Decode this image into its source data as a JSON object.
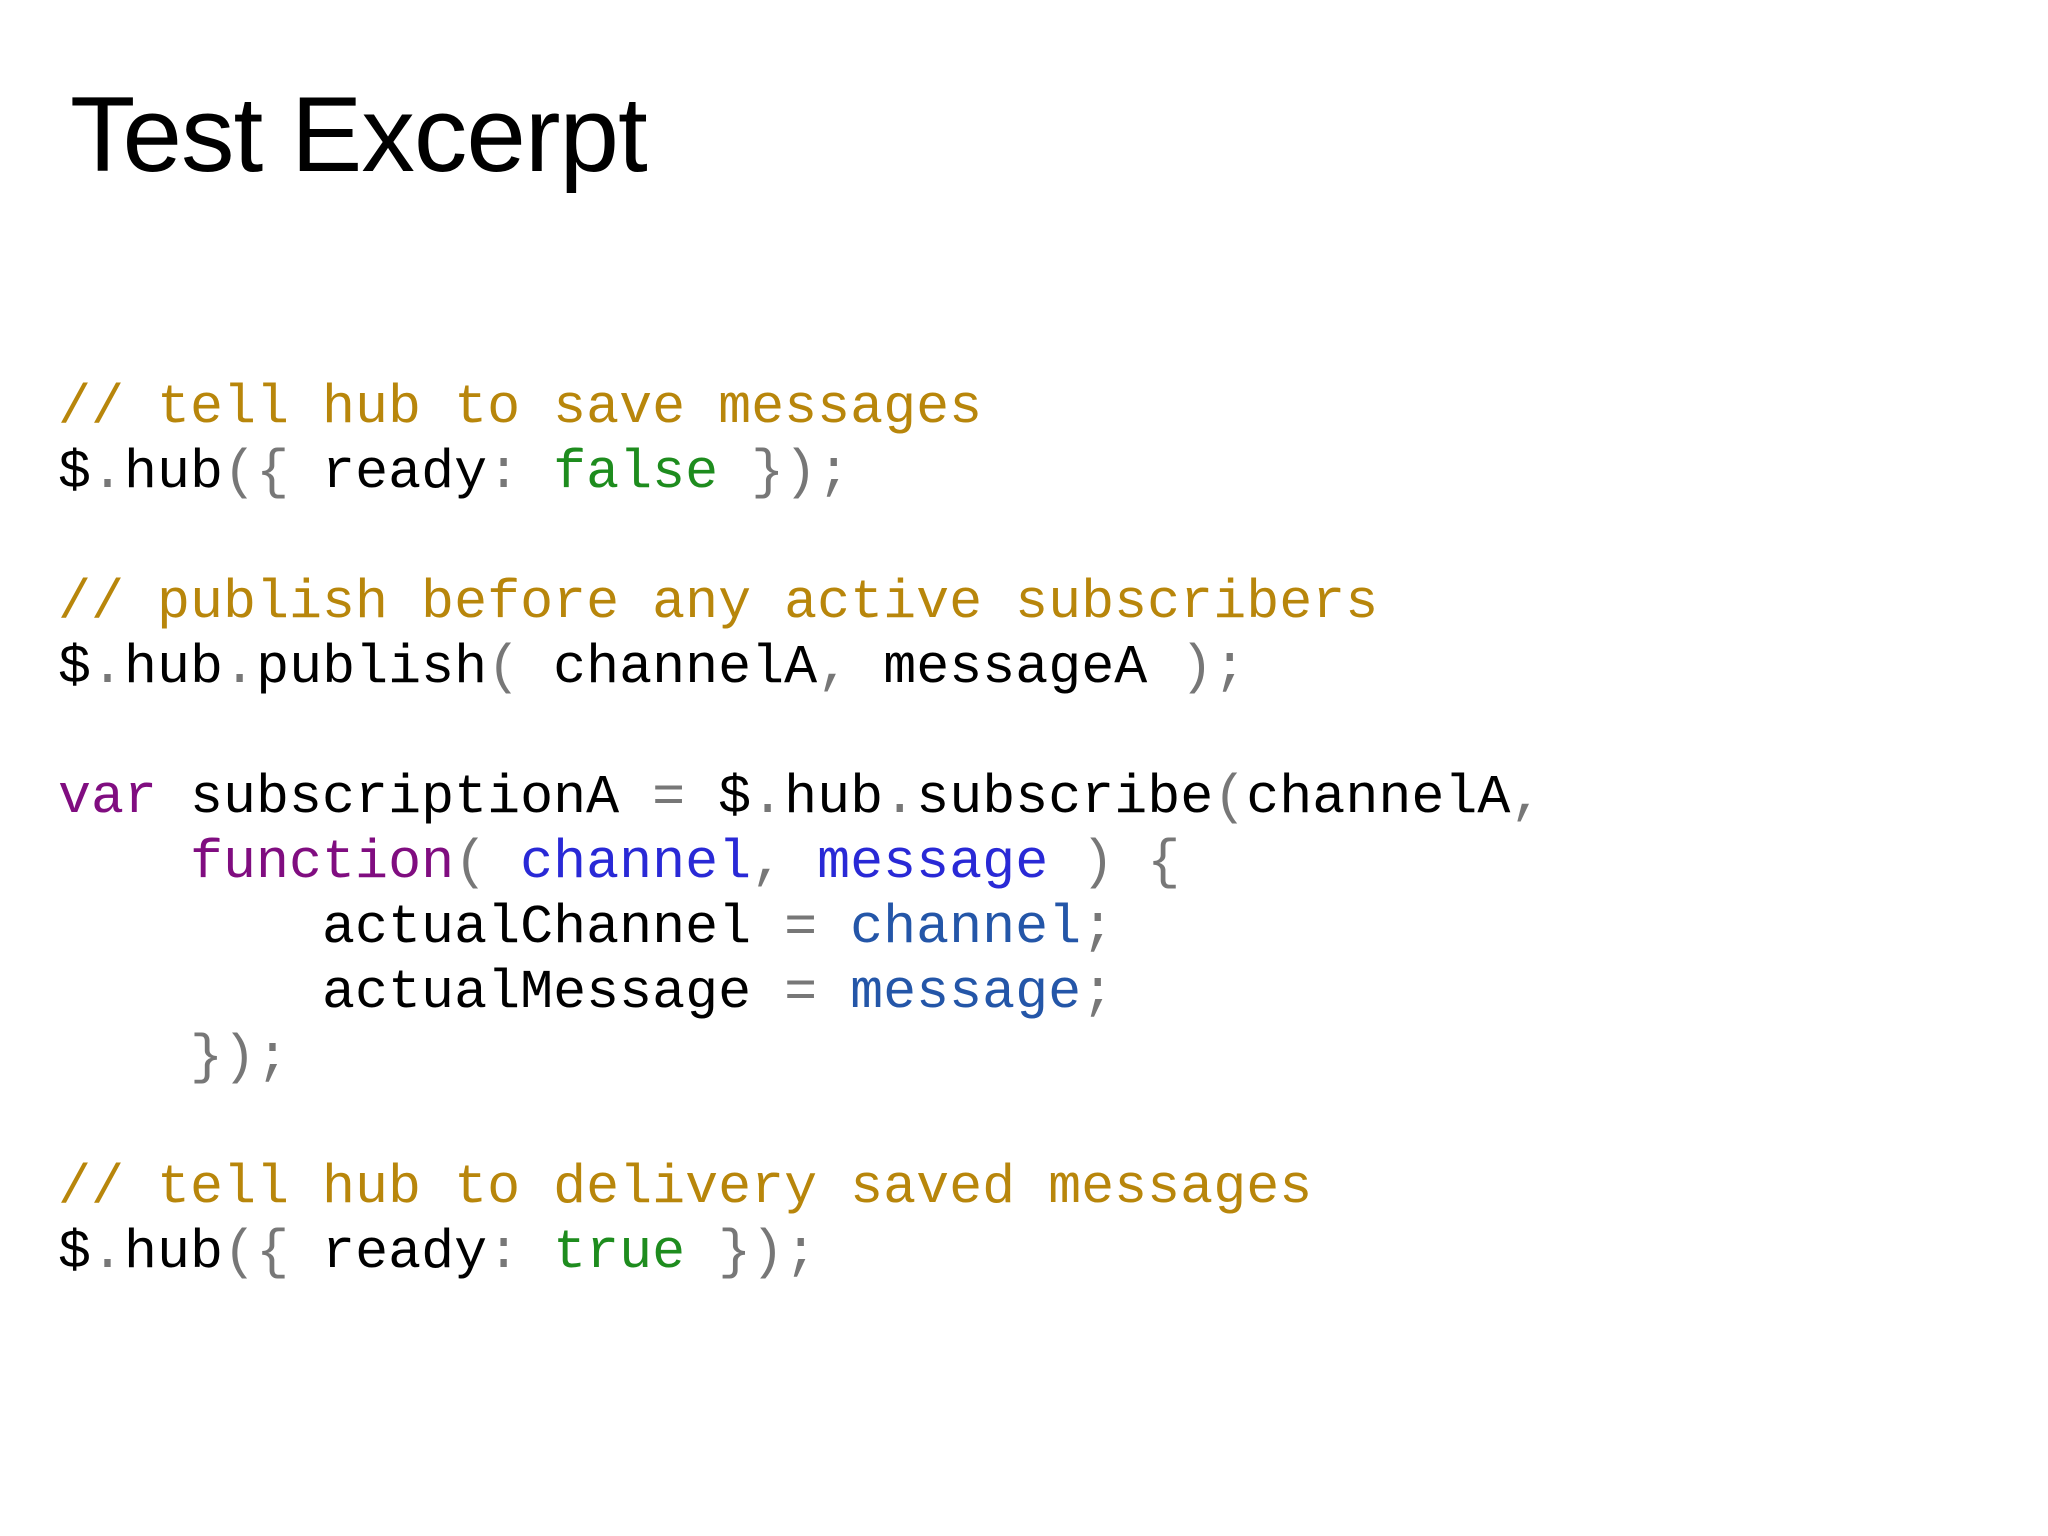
{
  "title": "Test Excerpt",
  "colors": {
    "background": "#ffffff",
    "title": "#000000",
    "comment": "#b8860b",
    "plain": "#000000",
    "punct": "#777777",
    "keyword": "#800d80",
    "bool": "#1e8c1e",
    "param": "#2929d6",
    "ref": "#2456a8"
  },
  "code": {
    "lines": [
      {
        "tokens": [
          {
            "c": "comment",
            "t": "// tell hub to save messages"
          }
        ]
      },
      {
        "tokens": [
          {
            "c": "plain",
            "t": "$"
          },
          {
            "c": "punct",
            "t": "."
          },
          {
            "c": "plain",
            "t": "hub"
          },
          {
            "c": "punct",
            "t": "({ "
          },
          {
            "c": "plain",
            "t": "ready"
          },
          {
            "c": "punct",
            "t": ": "
          },
          {
            "c": "bool",
            "t": "false"
          },
          {
            "c": "punct",
            "t": " });"
          }
        ]
      },
      {
        "tokens": []
      },
      {
        "tokens": [
          {
            "c": "comment",
            "t": "// publish before any active subscribers"
          }
        ]
      },
      {
        "tokens": [
          {
            "c": "plain",
            "t": "$"
          },
          {
            "c": "punct",
            "t": "."
          },
          {
            "c": "plain",
            "t": "hub"
          },
          {
            "c": "punct",
            "t": "."
          },
          {
            "c": "plain",
            "t": "publish"
          },
          {
            "c": "punct",
            "t": "( "
          },
          {
            "c": "plain",
            "t": "channelA"
          },
          {
            "c": "punct",
            "t": ", "
          },
          {
            "c": "plain",
            "t": "messageA"
          },
          {
            "c": "punct",
            "t": " );"
          }
        ]
      },
      {
        "tokens": []
      },
      {
        "tokens": [
          {
            "c": "keyword",
            "t": "var"
          },
          {
            "c": "plain",
            "t": " subscriptionA "
          },
          {
            "c": "punct",
            "t": "= "
          },
          {
            "c": "plain",
            "t": "$"
          },
          {
            "c": "punct",
            "t": "."
          },
          {
            "c": "plain",
            "t": "hub"
          },
          {
            "c": "punct",
            "t": "."
          },
          {
            "c": "plain",
            "t": "subscribe"
          },
          {
            "c": "punct",
            "t": "("
          },
          {
            "c": "plain",
            "t": "channelA"
          },
          {
            "c": "punct",
            "t": ","
          }
        ]
      },
      {
        "tokens": [
          {
            "c": "plain",
            "t": "    "
          },
          {
            "c": "keyword",
            "t": "function"
          },
          {
            "c": "punct",
            "t": "( "
          },
          {
            "c": "param",
            "t": "channel"
          },
          {
            "c": "punct",
            "t": ", "
          },
          {
            "c": "param",
            "t": "message"
          },
          {
            "c": "punct",
            "t": " ) {"
          }
        ]
      },
      {
        "tokens": [
          {
            "c": "plain",
            "t": "        actualChannel "
          },
          {
            "c": "punct",
            "t": "= "
          },
          {
            "c": "ref",
            "t": "channel"
          },
          {
            "c": "punct",
            "t": ";"
          }
        ]
      },
      {
        "tokens": [
          {
            "c": "plain",
            "t": "        actualMessage "
          },
          {
            "c": "punct",
            "t": "= "
          },
          {
            "c": "ref",
            "t": "message"
          },
          {
            "c": "punct",
            "t": ";"
          }
        ]
      },
      {
        "tokens": [
          {
            "c": "plain",
            "t": "    "
          },
          {
            "c": "punct",
            "t": "});"
          }
        ]
      },
      {
        "tokens": []
      },
      {
        "tokens": [
          {
            "c": "comment",
            "t": "// tell hub to delivery saved messages"
          }
        ]
      },
      {
        "tokens": [
          {
            "c": "plain",
            "t": "$"
          },
          {
            "c": "punct",
            "t": "."
          },
          {
            "c": "plain",
            "t": "hub"
          },
          {
            "c": "punct",
            "t": "({ "
          },
          {
            "c": "plain",
            "t": "ready"
          },
          {
            "c": "punct",
            "t": ": "
          },
          {
            "c": "bool",
            "t": "true"
          },
          {
            "c": "punct",
            "t": " });"
          }
        ]
      }
    ]
  }
}
